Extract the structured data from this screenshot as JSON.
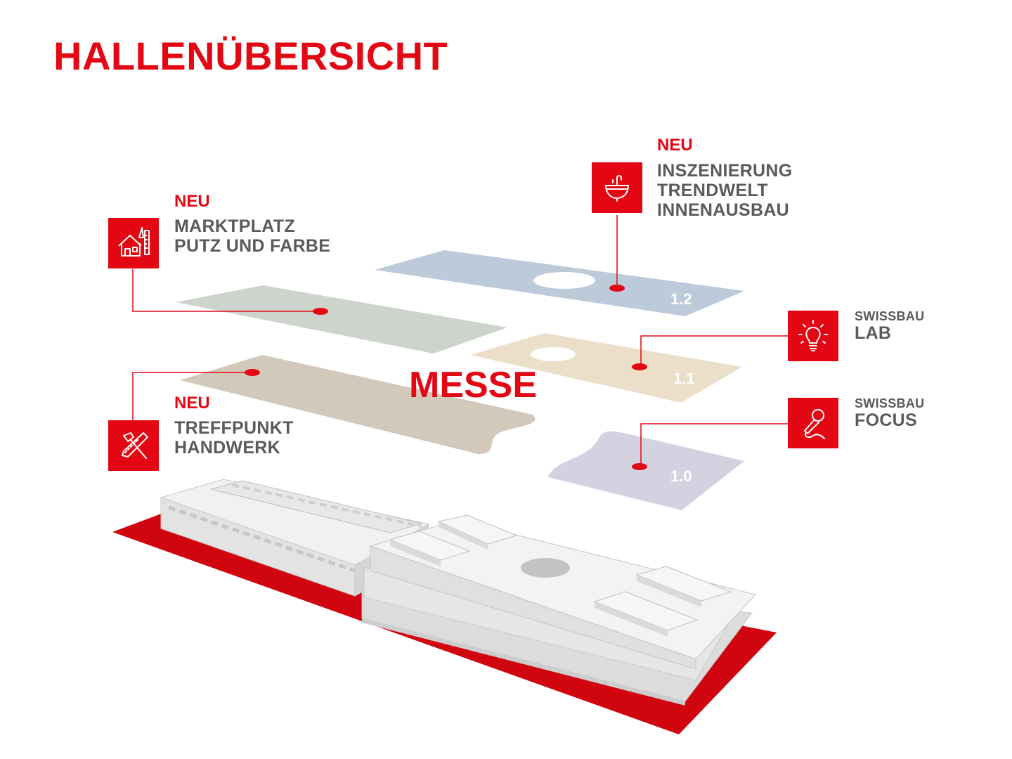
{
  "title": "HALLENÜBERSICHT",
  "center_label": "MESSE",
  "halls": {
    "h1_2": "1.2",
    "h1_1": "1.1",
    "h1_0": "1.0"
  },
  "features": {
    "inszenierung": {
      "badge": "NEU",
      "line1": "INSZENIERUNG",
      "line2": "TRENDWELT",
      "line3": "INNENAUSBAU",
      "icon": "washbasin-icon"
    },
    "marktplatz": {
      "badge": "NEU",
      "line1": "MARKTPLATZ",
      "line2": "PUTZ UND FARBE",
      "icon": "house-tools-icon"
    },
    "treffpunkt": {
      "badge": "NEU",
      "line1": "TREFFPUNKT",
      "line2": "HANDWERK",
      "icon": "hammer-saw-icon"
    },
    "lab": {
      "line1": "SWISSBAU",
      "line2": "LAB",
      "icon": "lightbulb-icon"
    },
    "focus": {
      "line1": "SWISSBAU",
      "line2": "FOCUS",
      "icon": "microphone-icon"
    }
  },
  "colors": {
    "brand_red": "#e30613",
    "label_grey": "#5a5a5a",
    "floor_1_2": "#bccad9",
    "floor_marktplatz": "#ccd4cc",
    "floor_1_1": "#ebdfc9",
    "floor_treffpunkt": "#d3c9bb",
    "floor_1_0": "#d3d2e0"
  }
}
